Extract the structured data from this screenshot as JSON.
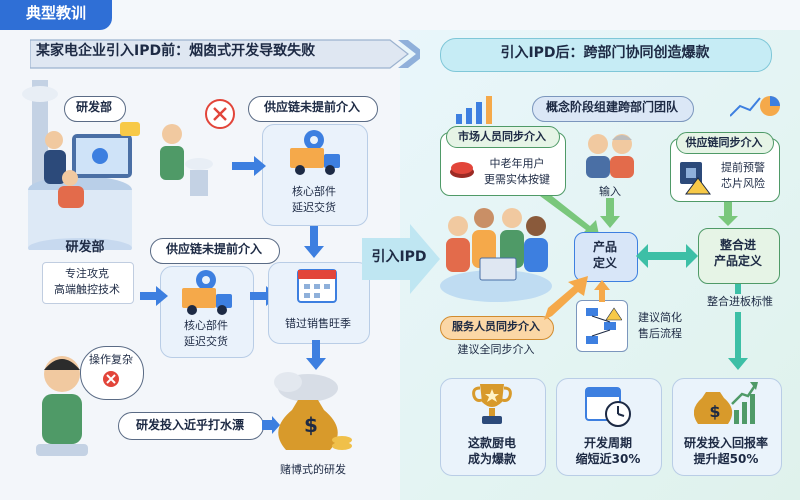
{
  "tag": "典型教训",
  "left_header": "某家电企业引入IPD前：烟囱式开发导致失败",
  "right_header": "引入IPD后：跨部门协同创造爆款",
  "middle_label": "引入IPD",
  "left": {
    "rd_tag": "研发部",
    "rd_title": "研发部",
    "rd_desc": [
      "专注攻克",
      "高端触控技术"
    ],
    "supply_top_label": "供应链未提前介入",
    "supply_top_desc": [
      "核心部件",
      "延迟交货"
    ],
    "supply_mid_label": "供应链未提前介入",
    "supply_mid_desc": [
      "核心部件",
      "延迟交货"
    ],
    "missed_season": "错过销售旺季",
    "complex_op": "操作复杂",
    "invest_wasted": "研发投入近乎打水漂",
    "gamble": "赌博式的研发",
    "dollar": "$"
  },
  "right": {
    "team_label": "概念阶段组建跨部门团队",
    "market_label": "市场人员同步介入",
    "market_desc": [
      "中老年用户",
      "更需实体按键"
    ],
    "input_label": "输入",
    "supply_label": "供应链同步介入",
    "supply_desc": [
      "提前预警",
      "芯片风险"
    ],
    "product_def": [
      "产品",
      "定义"
    ],
    "integrate_def": [
      "整合进",
      "产品定义"
    ],
    "service_label": "服务人员同步介入",
    "service_desc": "建议全同步介入",
    "simplify_desc": [
      "建议简化",
      "售后流程"
    ],
    "bench_label": "整合进板标惟",
    "result1": [
      "这款厨电",
      "成为爆款"
    ],
    "result2": [
      "开发周期",
      "缩短近30%"
    ],
    "result3": [
      "研发投入回报率",
      "提升超50%"
    ],
    "dollar": "$"
  },
  "colors": {
    "tag_bg": "#2f6fd6",
    "header_bg": "#dfe7f2",
    "header_right_bg": "#c6ecf5",
    "accent_blue": "#3d7fe0",
    "orange": "#f5a94a",
    "green": "#7ac77c",
    "red": "#e2453a",
    "gold": "#d89a2b"
  }
}
